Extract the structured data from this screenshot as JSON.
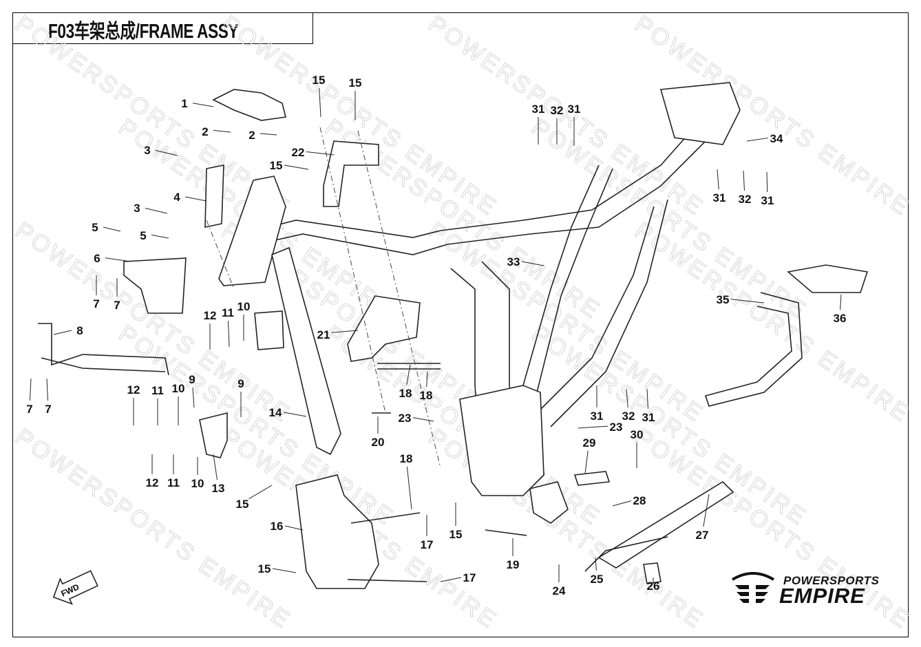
{
  "title": "F03车架总成/FRAME ASSY",
  "watermark": "POWERSPORTS EMPIRE",
  "logo": {
    "top": "POWERSPORTS",
    "bottom": "EMPIRE"
  },
  "fwd_label": "FWD",
  "callouts": [
    "1",
    "2",
    "2",
    "3",
    "4",
    "3",
    "5",
    "5",
    "6",
    "7",
    "7",
    "8",
    "7",
    "7",
    "12",
    "11",
    "10",
    "9",
    "9",
    "12",
    "11",
    "10",
    "14",
    "12",
    "11",
    "10",
    "13",
    "15",
    "15",
    "22",
    "15",
    "21",
    "18",
    "18",
    "20",
    "23",
    "18",
    "15",
    "16",
    "17",
    "15",
    "15",
    "17",
    "19",
    "24",
    "25",
    "26",
    "27",
    "28",
    "29",
    "30",
    "23",
    "31",
    "32",
    "31",
    "33",
    "31",
    "32",
    "31",
    "34",
    "31",
    "32",
    "31",
    "35",
    "36"
  ]
}
